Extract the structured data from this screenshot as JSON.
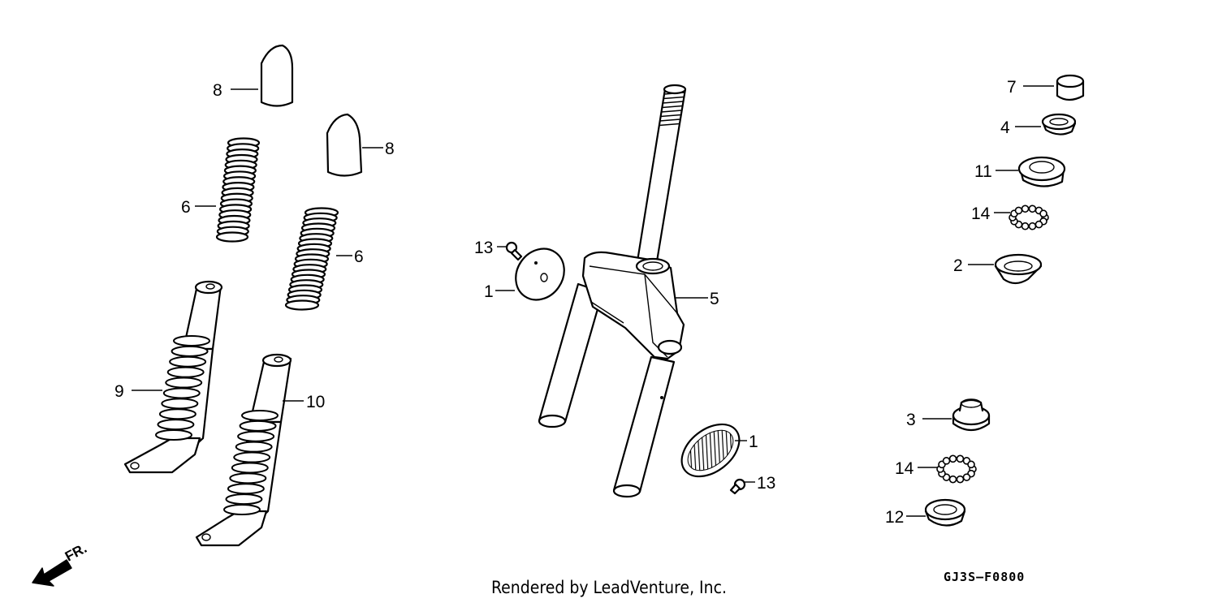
{
  "callouts": {
    "c8a": "8",
    "c8b": "8",
    "c6a": "6",
    "c6b": "6",
    "c9": "9",
    "c10": "10",
    "c13a": "13",
    "c1a": "1",
    "c5": "5",
    "c1b": "1",
    "c13b": "13",
    "c7": "7",
    "c4": "4",
    "c11": "11",
    "c14a": "14",
    "c2": "2",
    "c3": "3",
    "c14b": "14",
    "c12": "12"
  },
  "direction_label": "FR.",
  "credit": "Rendered by LeadVenture, Inc.",
  "diagram_code": "GJ3S–F0800"
}
